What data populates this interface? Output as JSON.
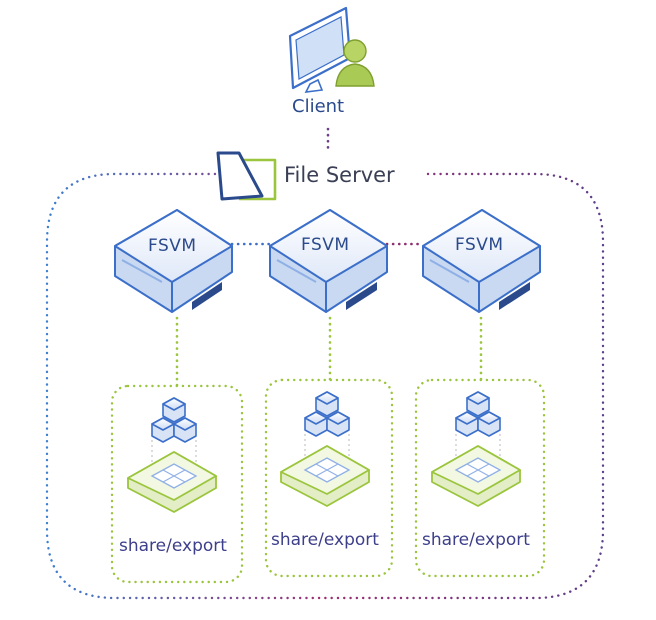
{
  "client": {
    "label": "Client"
  },
  "file_server": {
    "label": "File Server"
  },
  "fsvms": [
    {
      "label": "FSVM"
    },
    {
      "label": "FSVM"
    },
    {
      "label": "FSVM"
    }
  ],
  "shares": [
    {
      "label": "share/export"
    },
    {
      "label": "share/export"
    },
    {
      "label": "share/export"
    }
  ],
  "colors": {
    "blue": "#3b6fc9",
    "green": "#9bc53d",
    "purple": "#7a2f7f",
    "navy": "#2b4a8c"
  }
}
